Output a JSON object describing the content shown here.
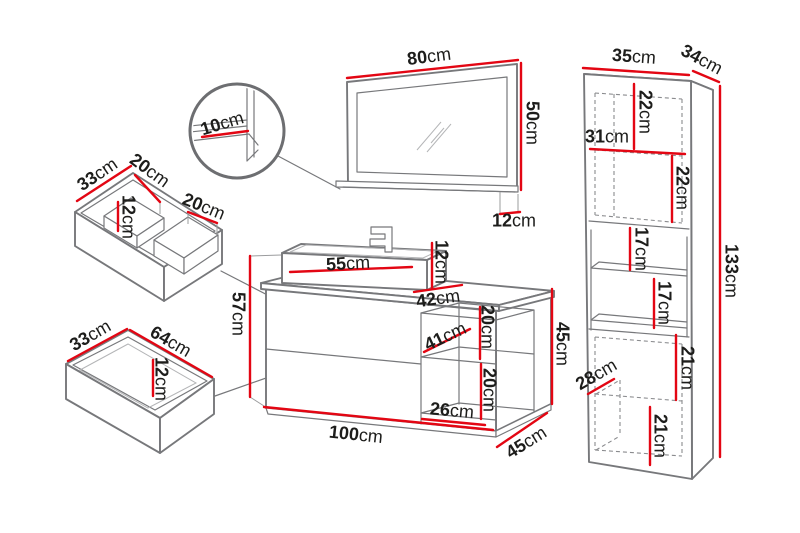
{
  "unit": "cm",
  "colors": {
    "dimension_red": "#e30613",
    "outline_gray": "#77787b",
    "text": "#1d1d1b",
    "background": "#ffffff"
  },
  "detail_view": {
    "shelf_depth": "10"
  },
  "mirror": {
    "width": "80",
    "height": "50",
    "shelf_depth": "12"
  },
  "tall_cabinet": {
    "width": "35",
    "depth": "34",
    "height": "133",
    "top_section_upper_height": "22",
    "inner_width": "31",
    "top_section_lower_height": "22",
    "open_shelf_height_1": "17",
    "open_shelf_height_2": "17",
    "bottom_section_upper_height": "21",
    "bottom_inner_depth": "28",
    "bottom_section_lower_height": "21"
  },
  "organizer_drawer": {
    "depth": "33",
    "left_compartment_width": "20",
    "compartment_height": "12",
    "right_compartment_width": "20"
  },
  "lower_drawer": {
    "depth": "33",
    "width": "64",
    "height": "12"
  },
  "vanity": {
    "basin_width": "55",
    "basin_height": "12",
    "top_depth": "42",
    "total_height": "57",
    "niche_shelf_depth": "41",
    "niche_upper_height": "20",
    "niche_lower_height": "20",
    "niche_width": "26",
    "width": "100",
    "cabinet_height": "45",
    "depth": "45"
  }
}
